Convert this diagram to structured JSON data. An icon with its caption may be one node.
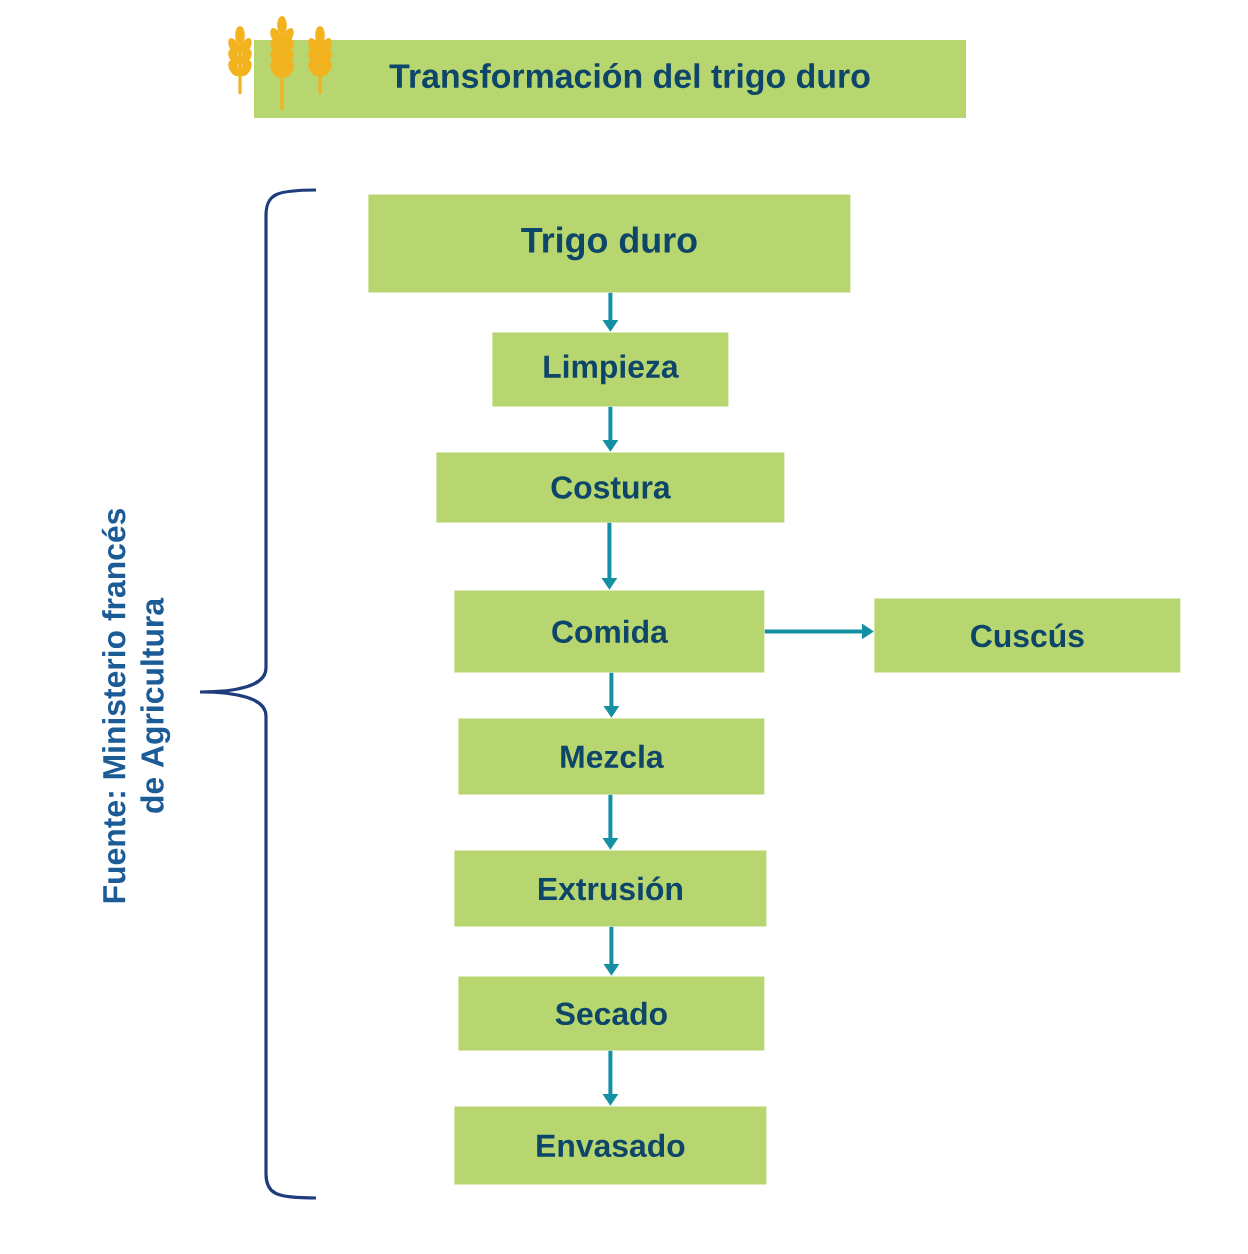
{
  "diagram": {
    "title": "Transformación del trigo duro",
    "nodes": [
      {
        "text": [
          "Trigo duro"
        ]
      },
      {
        "text": [
          "Limpieza"
        ]
      },
      {
        "text": [
          "Costura"
        ]
      },
      {
        "text": [
          "Comida"
        ]
      },
      {
        "text": [
          "Cuscús"
        ]
      },
      {
        "text": [
          "Mezcla"
        ]
      },
      {
        "text": [
          "Extrusión"
        ]
      },
      {
        "text": [
          "Secado"
        ]
      },
      {
        "text": [
          "Envasado"
        ]
      }
    ],
    "edges": [
      {
        "from": 0,
        "to": 1,
        "arrow": "to"
      },
      {
        "from": 1,
        "to": 2,
        "arrow": "to"
      },
      {
        "from": 2,
        "to": 3,
        "arrow": "to"
      },
      {
        "from": 3,
        "to": 4,
        "arrow": "to"
      },
      {
        "from": 3,
        "to": 5,
        "arrow": "to"
      },
      {
        "from": 5,
        "to": 6,
        "arrow": "to"
      },
      {
        "from": 6,
        "to": 7,
        "arrow": "to"
      },
      {
        "from": 7,
        "to": 8,
        "arrow": "to"
      }
    ],
    "labels": [
      "Fuente: Ministerio francés de Agricultura"
    ]
  }
}
